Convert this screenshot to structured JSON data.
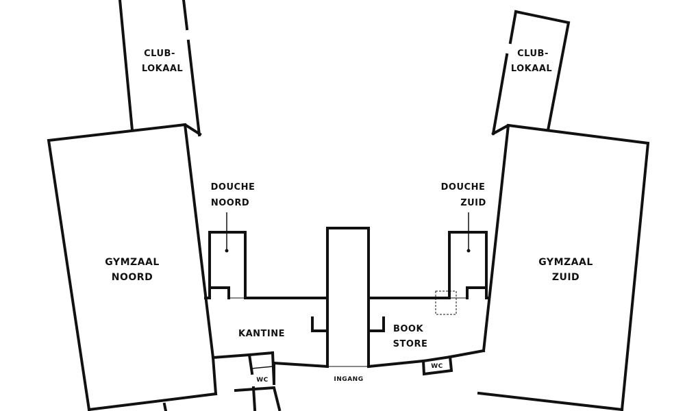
{
  "labels": {
    "clublokaal_noord": [
      "CLUB-",
      "LOKAAL"
    ],
    "clublokaal_zuid": [
      "CLUB-",
      "LOKAAL"
    ],
    "gymzaal_noord": [
      "GYMZAAL",
      "NOORD"
    ],
    "gymzaal_zuid": [
      "GYMZAAL",
      "ZUID"
    ],
    "douche_noord": [
      "DOUCHE",
      "NOORD"
    ],
    "douche_zuid": [
      "DOUCHE",
      "ZUID"
    ],
    "kantine": "KANTINE",
    "book_store": [
      "BOOK",
      "STORE"
    ],
    "wc_west": "WC",
    "wc_east": "WC",
    "ingang": "INGANG"
  },
  "colors": {
    "walls": "#111111",
    "background": "#ffffff"
  }
}
